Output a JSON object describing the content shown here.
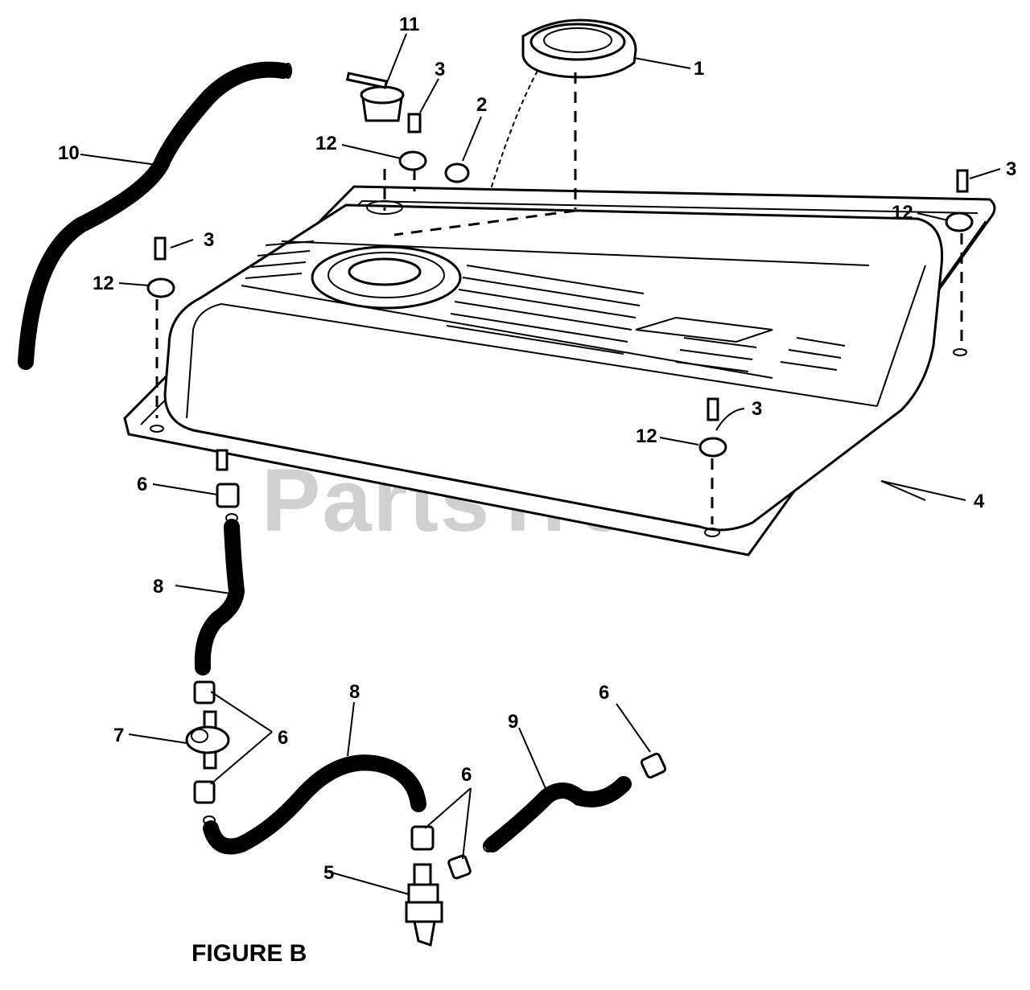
{
  "figure_title": "FIGURE B",
  "watermark": "PartsTree",
  "callouts": {
    "c1": "1",
    "c2": "2",
    "c3a": "3",
    "c3b": "3",
    "c3c": "3",
    "c3d": "3",
    "c4": "4",
    "c5": "5",
    "c6a": "6",
    "c6b": "6",
    "c6c": "6",
    "c6d": "6",
    "c7": "7",
    "c8a": "8",
    "c8b": "8",
    "c9": "9",
    "c10": "10",
    "c11": "11",
    "c12a": "12",
    "c12b": "12",
    "c12c": "12",
    "c12d": "12"
  }
}
